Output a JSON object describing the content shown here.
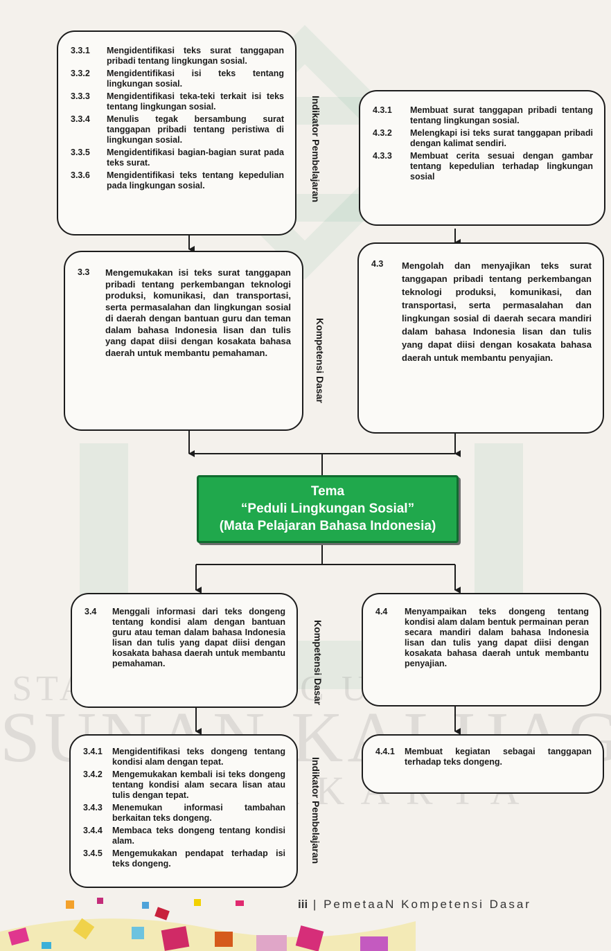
{
  "watermark": {
    "line1": "STATE ISLAMIC UNIVERSITY",
    "line2": "SUNAN KALIJAGA",
    "line3": "Y O G Y A K A R T A"
  },
  "labels": {
    "indikator_pembelajaran": "Indikator Pembelajaran",
    "kompetensi_dasar": "Kompetensi Dasar"
  },
  "tema": {
    "line1": "Tema",
    "line2": "“Peduli Lingkungan Sosial”",
    "line3": "(Mata Pelajaran Bahasa Indonesia)"
  },
  "top_left_indicators": [
    {
      "num": "3.3.1",
      "text": "Mengidentifikasi teks surat tanggapan pribadi tentang lingkungan sosial."
    },
    {
      "num": "3.3.2",
      "text": "Mengidentifikasi isi teks tentang lingkungan sosial."
    },
    {
      "num": "3.3.3",
      "text": "Mengidentifikasi teka-teki terkait isi teks tentang lingkungan sosial."
    },
    {
      "num": "3.3.4",
      "text": "Menulis tegak bersambung surat tanggapan pribadi tentang peristiwa di lingkungan sosial."
    },
    {
      "num": "3.3.5",
      "text": "Mengidentifikasi bagian-bagian surat pada teks surat."
    },
    {
      "num": "3.3.6",
      "text": "Mengidentifikasi teks tentang kepedulian pada lingkungan sosial."
    }
  ],
  "top_right_indicators": [
    {
      "num": "4.3.1",
      "text": "Membuat surat tanggapan pribadi tentang tentang lingkungan sosial."
    },
    {
      "num": "4.3.2",
      "text": "Melengkapi isi teks surat tanggapan pribadi dengan kalimat sendiri."
    },
    {
      "num": "4.3.3",
      "text": "Membuat cerita sesuai dengan gambar tentang kepedulian terhadap lingkungan sosial"
    }
  ],
  "kd_3_3": {
    "num": "3.3",
    "text": "Mengemukakan isi teks surat tanggapan pribadi tentang perkembangan teknologi produksi, komunikasi, dan transportasi, serta permasalahan dan lingkungan sosial di daerah dengan bantuan guru dan teman dalam bahasa Indonesia lisan dan tulis yang dapat diisi dengan kosakata bahasa daerah untuk membantu pemahaman."
  },
  "kd_4_3": {
    "num": "4.3",
    "text": "Mengolah dan menyajikan teks surat tanggapan pribadi tentang perkembangan teknologi produksi, komunikasi, dan transportasi, serta permasalahan dan lingkungan sosial di daerah secara mandiri dalam bahasa Indonesia lisan dan tulis yang dapat diisi dengan kosakata bahasa daerah untuk membantu penyajian."
  },
  "kd_3_4": {
    "num": "3.4",
    "text": "Menggali informasi dari teks dongeng tentang kondisi alam dengan bantuan guru atau teman dalam bahasa Indonesia lisan dan tulis yang dapat diisi dengan kosakata bahasa daerah untuk membantu pemahaman."
  },
  "kd_4_4": {
    "num": "4.4",
    "text": "Menyampaikan teks dongeng tentang kondisi alam dalam bentuk permainan peran secara mandiri dalam bahasa Indonesia lisan dan tulis yang dapat diisi dengan kosakata bahasa daerah untuk membantu penyajian."
  },
  "bottom_left_indicators": [
    {
      "num": "3.4.1",
      "text": "Mengidentifikasi teks dongeng tentang kondisi alam dengan tepat."
    },
    {
      "num": "3.4.2",
      "text": "Mengemukakan kembali isi teks dongeng tentang kondisi alam secara lisan atau tulis dengan tepat."
    },
    {
      "num": "3.4.3",
      "text": "Menemukan informasi tambahan berkaitan teks dongeng."
    },
    {
      "num": "3.4.4",
      "text": "Membaca teks dongeng tentang kondisi alam."
    },
    {
      "num": "3.4.5",
      "text": "Mengemukakan pendapat terhadap isi teks dongeng."
    }
  ],
  "bottom_right_indicators": [
    {
      "num": "4.4.1",
      "text": "Membuat kegiatan sebagai tanggapan terhadap teks dongeng."
    }
  ],
  "footer": {
    "page": "iii",
    "separator": "|",
    "title": "PemetaaN Kompetensi Dasar"
  },
  "colors": {
    "tema_fill": "#20a84c",
    "tema_border": "#0f6b2e",
    "line": "#1c1c1c"
  }
}
